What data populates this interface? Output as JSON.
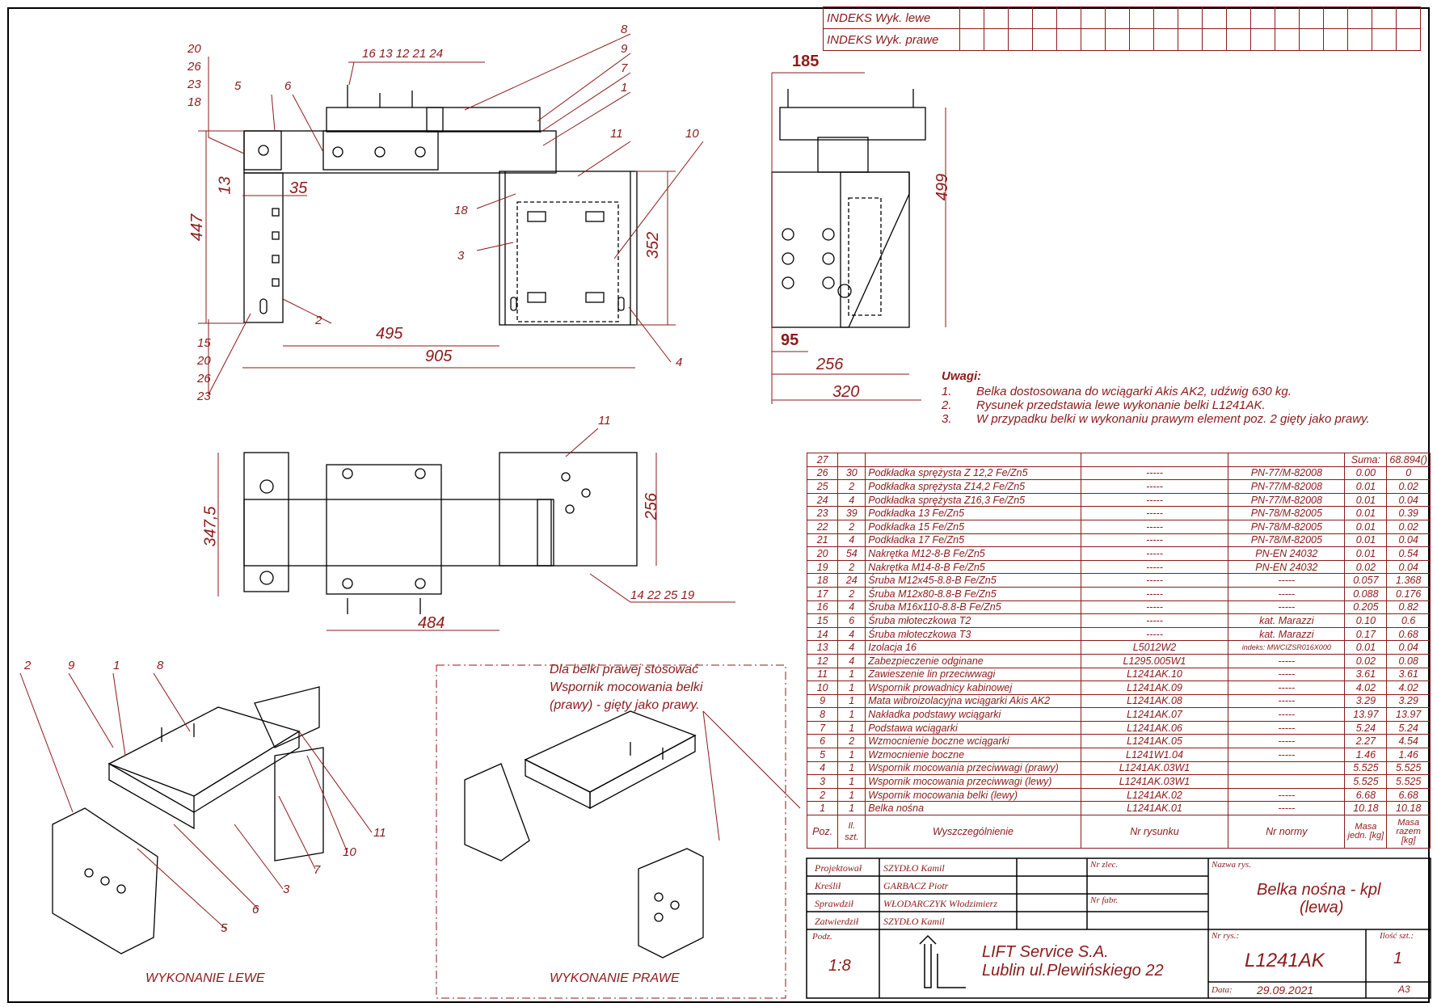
{
  "index_block": {
    "row1": "INDEKS Wyk. lewe",
    "row2": "INDEKS Wyk. prawe"
  },
  "front_view": {
    "dims": {
      "d13": "13",
      "d35": "35",
      "d447": "447",
      "d495": "495",
      "d905": "905",
      "d352": "352"
    },
    "balloons_top": "16 13 12 21 24",
    "balloons_left_top": [
      "20",
      "26",
      "23",
      "18"
    ],
    "balloons_left_bottom": [
      "15",
      "20",
      "26",
      "23"
    ],
    "pos5": "5",
    "pos6": "6",
    "pos8": "8",
    "pos9": "9",
    "pos7": "7",
    "pos1": "1",
    "pos11": "11",
    "pos10": "10",
    "pos18": "18",
    "pos3": "3",
    "pos2": "2",
    "pos4": "4"
  },
  "side_view": {
    "dims": {
      "d185": "185",
      "d499": "499",
      "d95": "95",
      "d256": "256",
      "d320": "320"
    }
  },
  "notes": {
    "title": "Uwagi:",
    "items": [
      {
        "n": "1.",
        "text": "Belka dostosowana do wciągarki Akis AK2, udźwig 630 kg."
      },
      {
        "n": "2.",
        "text": "Rysunek przedstawia lewe wykonanie belki L1241AK."
      },
      {
        "n": "3.",
        "text": "W przypadku belki w wykonaniu prawym element poz. 2 gięty jako prawy."
      }
    ]
  },
  "top_view": {
    "dims": {
      "d3475": "347,5",
      "d256": "256",
      "d484": "484"
    },
    "pos11": "11",
    "balloons_bottom": "14 22 25 19"
  },
  "iso_left": {
    "caption": "WYKONANIE LEWE",
    "positions": {
      "p2": "2",
      "p9": "9",
      "p1": "1",
      "p8": "8",
      "p11": "11",
      "p10": "10",
      "p7": "7",
      "p3": "3",
      "p6": "6",
      "p5": "5"
    }
  },
  "iso_right": {
    "caption": "WYKONANIE PRAWE",
    "note": [
      "Dla belki prawej stosować",
      "Wspornik mocowania belki",
      "(prawy) - gięty jako prawy."
    ]
  },
  "bom": {
    "header_row": {
      "poz": "27",
      "suma_label": "Suma:",
      "suma_value": "68.894()"
    },
    "rows": [
      [
        "26",
        "30",
        "Podkładka sprężysta Z 12,2 Fe/Zn5",
        "-----",
        "PN-77/M-82008",
        "0.00",
        "0"
      ],
      [
        "25",
        "2",
        "Podkładka sprężysta Z14,2 Fe/Zn5",
        "-----",
        "PN-77/M-82008",
        "0.01",
        "0.02"
      ],
      [
        "24",
        "4",
        "Podkładka sprężysta Z16,3 Fe/Zn5",
        "-----",
        "PN-77/M-82008",
        "0.01",
        "0.04"
      ],
      [
        "23",
        "39",
        "Podkładka 13 Fe/Zn5",
        "-----",
        "PN-78/M-82005",
        "0.01",
        "0.39"
      ],
      [
        "22",
        "2",
        "Podkładka 15 Fe/Zn5",
        "-----",
        "PN-78/M-82005",
        "0.01",
        "0.02"
      ],
      [
        "21",
        "4",
        "Podkładka 17 Fe/Zn5",
        "-----",
        "PN-78/M-82005",
        "0.01",
        "0.04"
      ],
      [
        "20",
        "54",
        "Nakrętka M12-8-B Fe/Zn5",
        "-----",
        "PN-EN 24032",
        "0.01",
        "0.54"
      ],
      [
        "19",
        "2",
        "Nakrętka M14-8-B Fe/Zn5",
        "-----",
        "PN-EN 24032",
        "0.02",
        "0.04"
      ],
      [
        "18",
        "24",
        "Śruba M12x45-8.8-B Fe/Zn5",
        "-----",
        "-----",
        "0.057",
        "1.368"
      ],
      [
        "17",
        "2",
        "Śruba M12x80-8.8-B Fe/Zn5",
        "-----",
        "-----",
        "0.088",
        "0.176"
      ],
      [
        "16",
        "4",
        "Śruba M16x110-8.8-B Fe/Zn5",
        "-----",
        "-----",
        "0.205",
        "0.82"
      ],
      [
        "15",
        "6",
        "Śruba młoteczkowa T2",
        "-----",
        "kat. Marazzi",
        "0.10",
        "0.6"
      ],
      [
        "14",
        "4",
        "Śruba młoteczkowa T3",
        "-----",
        "kat. Marazzi",
        "0.17",
        "0.68"
      ],
      [
        "13",
        "4",
        "Izolacja 16",
        "L5012W2",
        "indeks: MWCIZSR016X000",
        "0.01",
        "0.04"
      ],
      [
        "12",
        "4",
        "Zabezpieczenie odginane",
        "L1295.005W1",
        "-----",
        "0.02",
        "0.08"
      ],
      [
        "11",
        "1",
        "Zawieszenie lin przeciwwagi",
        "L1241AK.10",
        "-----",
        "3.61",
        "3.61"
      ],
      [
        "10",
        "1",
        "Wspornik prowadnicy kabinowej",
        "L1241AK.09",
        "-----",
        "4.02",
        "4.02"
      ],
      [
        "9",
        "1",
        "Mata wibroizolacyjna wciągarki Akis AK2",
        "L1241AK.08",
        "-----",
        "3.29",
        "3.29"
      ],
      [
        "8",
        "1",
        "Nakładka podstawy wciągarki",
        "L1241AK.07",
        "-----",
        "13.97",
        "13.97"
      ],
      [
        "7",
        "1",
        "Podstawa wciągarki",
        "L1241AK.06",
        "-----",
        "5.24",
        "5.24"
      ],
      [
        "6",
        "2",
        "Wzmocnienie boczne wciągarki",
        "L1241AK.05",
        "-----",
        "2.27",
        "4.54"
      ],
      [
        "5",
        "1",
        "Wzmocnienie boczne",
        "L1241W1.04",
        "-----",
        "1.46",
        "1.46"
      ],
      [
        "4",
        "1",
        "Wspornik mocowania przeciwwagi (prawy)",
        "L1241AK.03W1",
        "",
        "5.525",
        "5.525"
      ],
      [
        "3",
        "1",
        "Wspornik mocowania przeciwwagi (lewy)",
        "L1241AK.03W1",
        "",
        "5.525",
        "5.525"
      ],
      [
        "2",
        "1",
        "Wspornik mocowania belki (lewy)",
        "L1241AK.02",
        "-----",
        "6.68",
        "6.68"
      ],
      [
        "1",
        "1",
        "Belka nośna",
        "L1241AK.01",
        "-----",
        "10.18",
        "10.18"
      ]
    ],
    "columns": [
      "Poz.",
      "Il. szt.",
      "Wyszczególnienie",
      "Nr rysunku",
      "Nr normy",
      "Masa jedn. [kg]",
      "Masa razem [kg]"
    ]
  },
  "title_block": {
    "roles": [
      "Projektował",
      "Kreślił",
      "Sprawdził",
      "Zatwierdził"
    ],
    "names": [
      "SZYDŁO Kamil",
      "GARBACZ Piotr",
      "WŁODARCZYK Włodzimierz",
      "SZYDŁO Kamil"
    ],
    "nr_zlec": "Nr zlec.",
    "nr_fabr": "Nr fabr.",
    "nazwa_label": "Nazwa rys.",
    "nazwa_line1": "Belka nośna - kpl",
    "nazwa_line2": "(lewa)",
    "podz_label": "Podz.",
    "scale": "1:8",
    "company1": "LIFT Service S.A.",
    "company2": "Lublin ul.Plewińskiego 22",
    "nr_rys_label": "Nr rys.:",
    "nr_rys": "L1241AK",
    "ilosc_label": "Ilość szt.:",
    "ilosc": "1",
    "data_label": "Data:",
    "date": "29.09.2021",
    "format": "A3"
  },
  "colors": {
    "line": "#000000",
    "annot": "#8b1a1a"
  }
}
